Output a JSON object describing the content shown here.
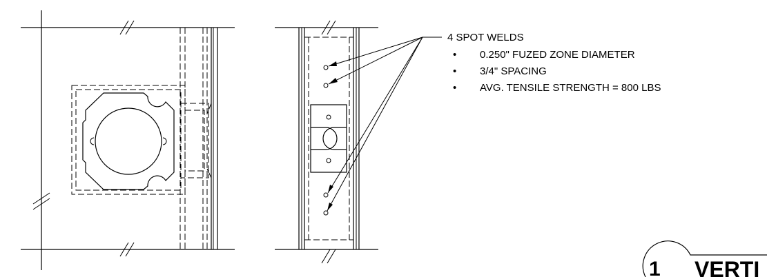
{
  "notes": {
    "heading": "4 SPOT WELDS",
    "items": [
      "0.250\" FUZED ZONE DIAMETER",
      "3/4\" SPACING",
      "AVG. TENSILE STRENGTH = 800 LBS"
    ],
    "bullet": "•"
  },
  "title_block": {
    "number": "1",
    "title": "VERTI"
  }
}
